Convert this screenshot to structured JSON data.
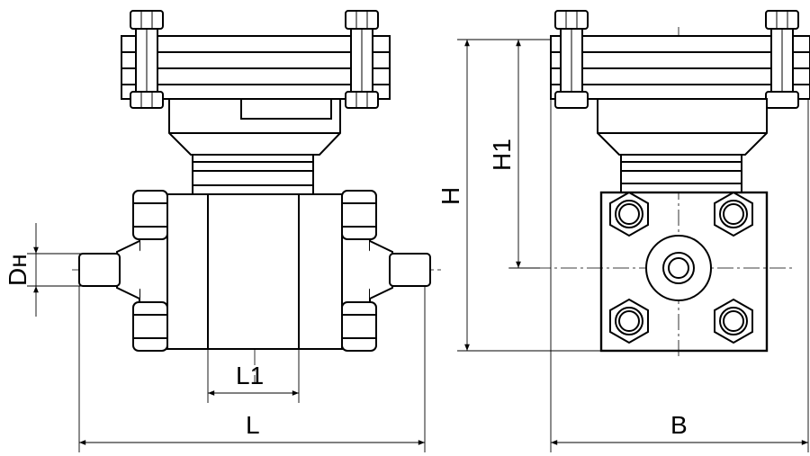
{
  "drawing": {
    "labels": {
      "dn": "Dн",
      "l1": "L1",
      "l": "L",
      "h": "H",
      "h1": "H1",
      "b": "B"
    }
  }
}
